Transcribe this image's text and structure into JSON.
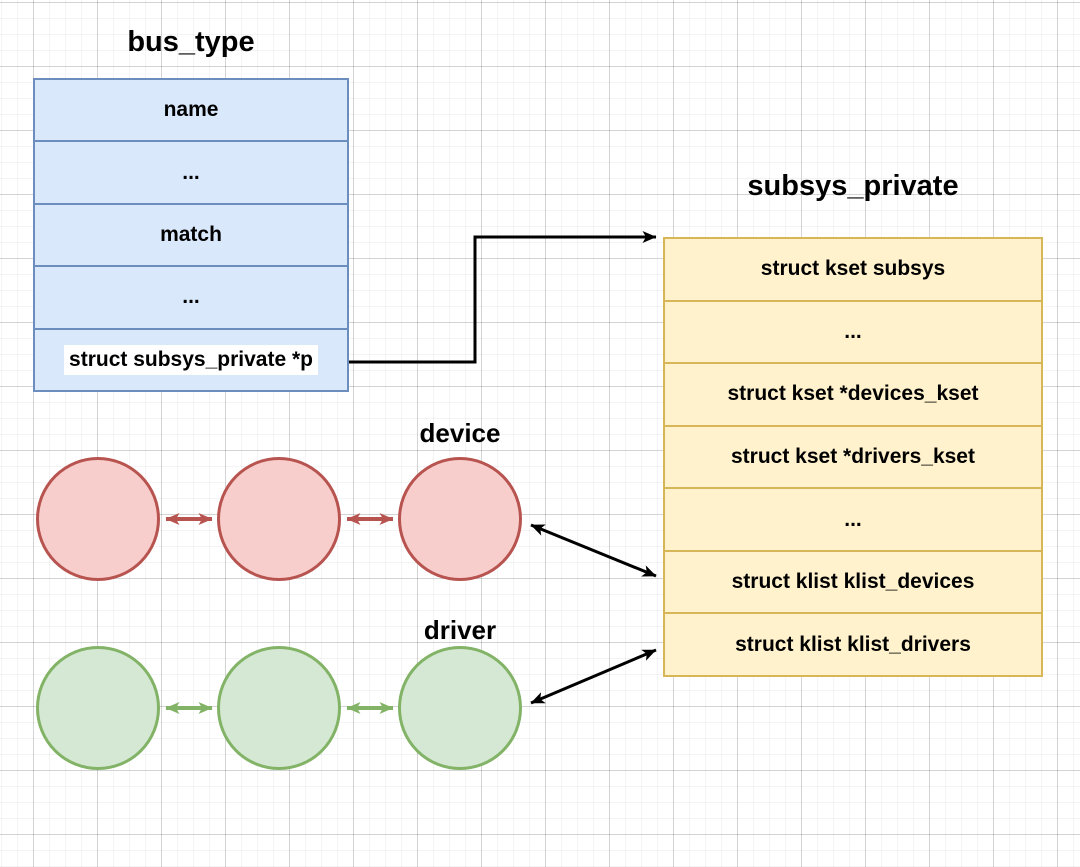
{
  "structures": {
    "bus_type": {
      "title": "bus_type",
      "fields": [
        "name",
        "...",
        "match",
        "...",
        "struct subsys_private *p"
      ]
    },
    "subsys_private": {
      "title": "subsys_private",
      "fields": [
        "struct kset subsys",
        "...",
        "struct kset *devices_kset",
        "struct kset *drivers_kset",
        "...",
        "struct klist klist_devices",
        "struct klist klist_drivers"
      ]
    }
  },
  "lists": {
    "device": {
      "label": "device",
      "node_count": 3
    },
    "driver": {
      "label": "driver",
      "node_count": 3
    }
  },
  "connections": {
    "pointer": "bus_type.p -> subsys_private",
    "devices_link": "klist_devices <-> device list",
    "drivers_link": "klist_drivers <-> driver list"
  },
  "colors": {
    "bus_type_fill": "#dae8fc",
    "bus_type_border": "#6c8ebf",
    "subsys_private_fill": "#fff2cc",
    "subsys_private_border": "#d6b656",
    "device_fill": "#f8cecc",
    "device_border": "#b85450",
    "driver_fill": "#d5e8d4",
    "driver_border": "#82b366",
    "connector": "#000000",
    "text": "#000000"
  }
}
